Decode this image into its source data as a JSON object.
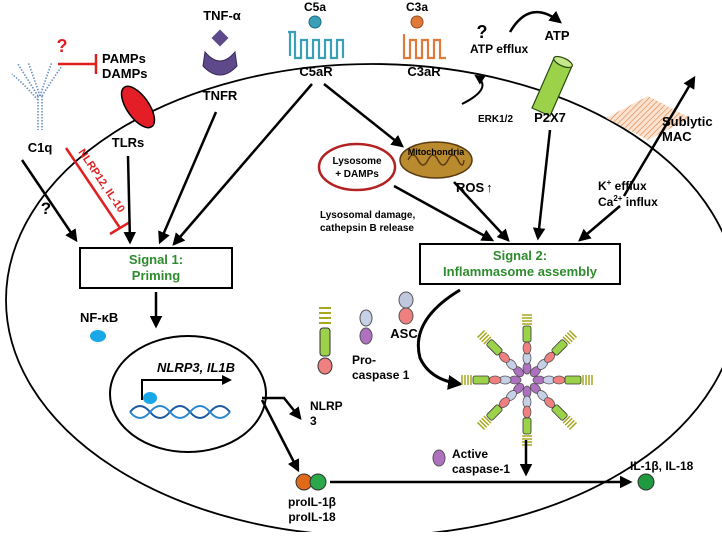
{
  "colors": {
    "signal_text": "#2e8b2e",
    "inhibit_red": "#e02020",
    "c5_teal": "#3aa0b8",
    "c3_orange": "#e07a3a",
    "p2x7_green": "#9bd24a",
    "nfkb_blue": "#1aa7e8",
    "tlr_red": "#e41e26",
    "tnfr_purple": "#5e4a8a",
    "lysosome_ring": "#b22222",
    "mito_fill": "#b98a2e",
    "proil_orange": "#e06a1a",
    "proil_green": "#2aa84a",
    "il_green": "#1f9a3e"
  },
  "labels": {
    "pamps": "PAMPs",
    "damps": "DAMPs",
    "question1": "?",
    "question2": "?",
    "question3": "?",
    "c1q": "C1q",
    "tlrs": "TLRs",
    "tnf_alpha": "TNF-α",
    "tnfr": "TNFR",
    "c5a": "C5a",
    "c5ar": "C5aR",
    "c3a": "C3a",
    "c3ar": "C3aR",
    "atp_efflux": "ATP efflux",
    "atp": "ATP",
    "erk": "ERK1/2",
    "p2x7": "P2X7",
    "sublytic": "Sublytic",
    "mac": "MAC",
    "lysosome_line1": "Lysosome",
    "lysosome_line2": "+ DAMPs",
    "mitochondria": "Mitochondria",
    "ros": "ROS",
    "ros_arrow": "↑",
    "lyso_damage_line1": "Lysosomal damage,",
    "lyso_damage_line2": "cathepsin B release",
    "k_efflux_a": "K",
    "k_efflux_sup": "+",
    "k_efflux_b": " efflux",
    "ca_influx_a": "Ca",
    "ca_influx_sup": "2+",
    "ca_influx_b": " influx",
    "nlrp12": "NLRP12, IL-10",
    "signal1_line1": "Signal 1:",
    "signal1_line2": "Priming",
    "signal2_line1": "Signal 2:",
    "signal2_line2": "Inflammasome assembly",
    "nfkb": "NF-κB",
    "genes": "NLRP3, IL1B",
    "asc": "ASC",
    "procasp_line1": "Pro-",
    "procasp_line2": "caspase 1",
    "nlrp3_line1": "NLRP",
    "nlrp3_line2": "3",
    "active_line1": "Active",
    "active_line2": "caspase-1",
    "proil1b": "proIL-1β",
    "proil18": "proIL-18",
    "il_out": "IL-1β, IL-18"
  }
}
